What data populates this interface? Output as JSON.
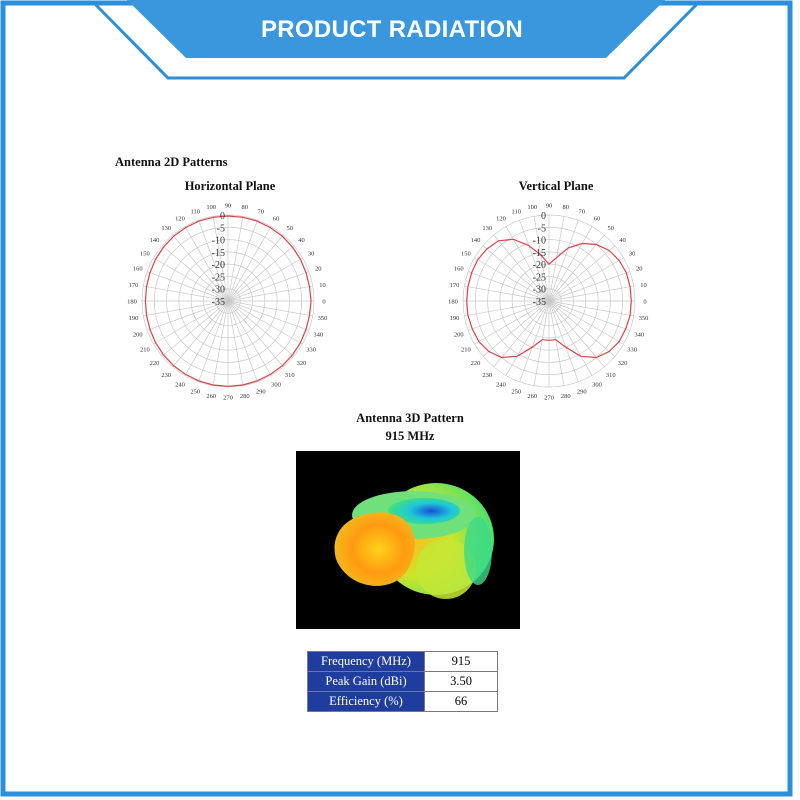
{
  "header": {
    "title": "PRODUCT RADIATION"
  },
  "section_title": "Antenna 2D Patterns",
  "pattern3d": {
    "title": "Antenna 3D Pattern",
    "frequency": "915 MHz"
  },
  "colors": {
    "frame": "#2b8fd9",
    "banner": "#3a97de",
    "trace": "#d9434a",
    "grid": "#c8c8c8",
    "table_label_bg": "#1e3d9e"
  },
  "chart_data": [
    {
      "type": "polar",
      "title": "Horizontal Plane",
      "angular_ticks": [
        0,
        10,
        20,
        30,
        40,
        50,
        60,
        70,
        80,
        90,
        100,
        110,
        120,
        130,
        140,
        150,
        160,
        170,
        180,
        190,
        200,
        210,
        220,
        230,
        240,
        250,
        260,
        270,
        280,
        290,
        300,
        310,
        320,
        330,
        340,
        350
      ],
      "radial_ticks": [
        "0",
        "-5",
        "-10",
        "-15",
        "-20",
        "-25",
        "-30",
        "-35"
      ],
      "rlim": [
        -35,
        0
      ],
      "grid": true,
      "series": [
        {
          "angles": [
            0,
            10,
            20,
            30,
            40,
            50,
            60,
            70,
            80,
            90,
            100,
            110,
            120,
            130,
            140,
            150,
            160,
            170,
            180,
            190,
            200,
            210,
            220,
            230,
            240,
            250,
            260,
            270,
            280,
            290,
            300,
            310,
            320,
            330,
            340,
            350,
            360
          ],
          "values": [
            -1.2,
            -1.3,
            -1.2,
            -1,
            -0.8,
            -0.6,
            -0.5,
            -0.4,
            -0.4,
            -0.4,
            -0.4,
            -0.4,
            -0.5,
            -0.6,
            -0.8,
            -1,
            -1.2,
            -1.3,
            -1.4,
            -1.3,
            -1.2,
            -1,
            -0.8,
            -0.6,
            -0.5,
            -0.4,
            -0.3,
            -0.3,
            -0.3,
            -0.4,
            -0.5,
            -0.6,
            -0.8,
            -1,
            -1.2,
            -1.3,
            -1.2
          ]
        }
      ]
    },
    {
      "type": "polar",
      "title": "Vertical Plane",
      "angular_ticks": [
        0,
        10,
        20,
        30,
        40,
        50,
        60,
        70,
        80,
        90,
        100,
        110,
        120,
        130,
        140,
        150,
        160,
        170,
        180,
        190,
        200,
        210,
        220,
        230,
        240,
        250,
        260,
        270,
        280,
        290,
        300,
        310,
        320,
        330,
        340,
        350
      ],
      "radial_ticks": [
        "0",
        "-5",
        "-10",
        "-15",
        "-20",
        "-25",
        "-30",
        "-35"
      ],
      "rlim": [
        -35,
        0
      ],
      "grid": true,
      "series": [
        {
          "angles": [
            0,
            10,
            20,
            30,
            40,
            50,
            60,
            70,
            80,
            90,
            100,
            110,
            120,
            130,
            140,
            150,
            160,
            170,
            180,
            190,
            200,
            210,
            220,
            230,
            240,
            250,
            260,
            270,
            280,
            290,
            300,
            310,
            320,
            330,
            340,
            350,
            360
          ],
          "values": [
            -1.5,
            -1.5,
            -1.5,
            -2,
            -3,
            -5,
            -8,
            -12,
            -17,
            -20,
            -16,
            -11,
            -6,
            -3,
            -2,
            -1.5,
            -1.5,
            -1.5,
            -1.5,
            -1.5,
            -1.8,
            -2,
            -3,
            -5,
            -9,
            -15,
            -19,
            -19,
            -19,
            -15,
            -9,
            -5,
            -3,
            -2,
            -1.8,
            -1.5,
            -1.5
          ]
        }
      ]
    },
    {
      "type": "table",
      "rows": [
        {
          "label": "Frequency (MHz)",
          "value": "915"
        },
        {
          "label": "Peak Gain (dBi)",
          "value": "3.50"
        },
        {
          "label": "Efficiency (%)",
          "value": "66"
        }
      ]
    }
  ]
}
